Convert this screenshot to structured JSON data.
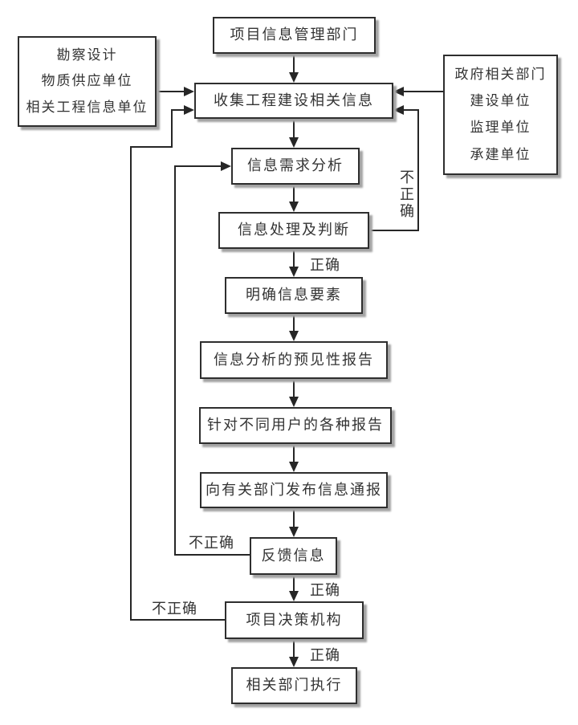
{
  "diagram": {
    "nodes": {
      "top_dept": {
        "label": "项目信息管理部门"
      },
      "left_sources": {
        "lines": [
          "勘察设计",
          "物质供应单位",
          "相关工程信息单位"
        ]
      },
      "right_sources": {
        "lines": [
          "政府相关部门",
          "建设单位",
          "监理单位",
          "承建单位"
        ]
      },
      "collect": {
        "label": "收集工程建设相关信息"
      },
      "demand_analysis): ": null,
      "demand_analysis": {
        "label": "信息需求分析"
      },
      "processing": {
        "label": "信息处理及判断"
      },
      "clarify": {
        "label": "明确信息要素"
      },
      "forecast_report": {
        "label": "信息分析的预见性报告"
      },
      "user_reports": {
        "label": "针对不同用户的各种报告"
      },
      "notify": {
        "label": "向有关部门发布信息通报"
      },
      "feedback": {
        "label": "反馈信息"
      },
      "decision": {
        "label": "项目决策机构"
      },
      "execute": {
        "label": "相关部门执行"
      }
    },
    "edge_labels": {
      "processing_correct": "正确",
      "processing_incorrect": "不正确",
      "feedback_correct": "正确",
      "feedback_incorrect": "不正确",
      "decision_correct": "正确",
      "decision_incorrect": "不正确"
    }
  },
  "theme": {
    "bg": "#ffffff",
    "line": "#262626",
    "box-border": "#2e2e2e",
    "box-bg": "#ffffff",
    "shadow": "#a3a3a3",
    "text": "#333333"
  }
}
